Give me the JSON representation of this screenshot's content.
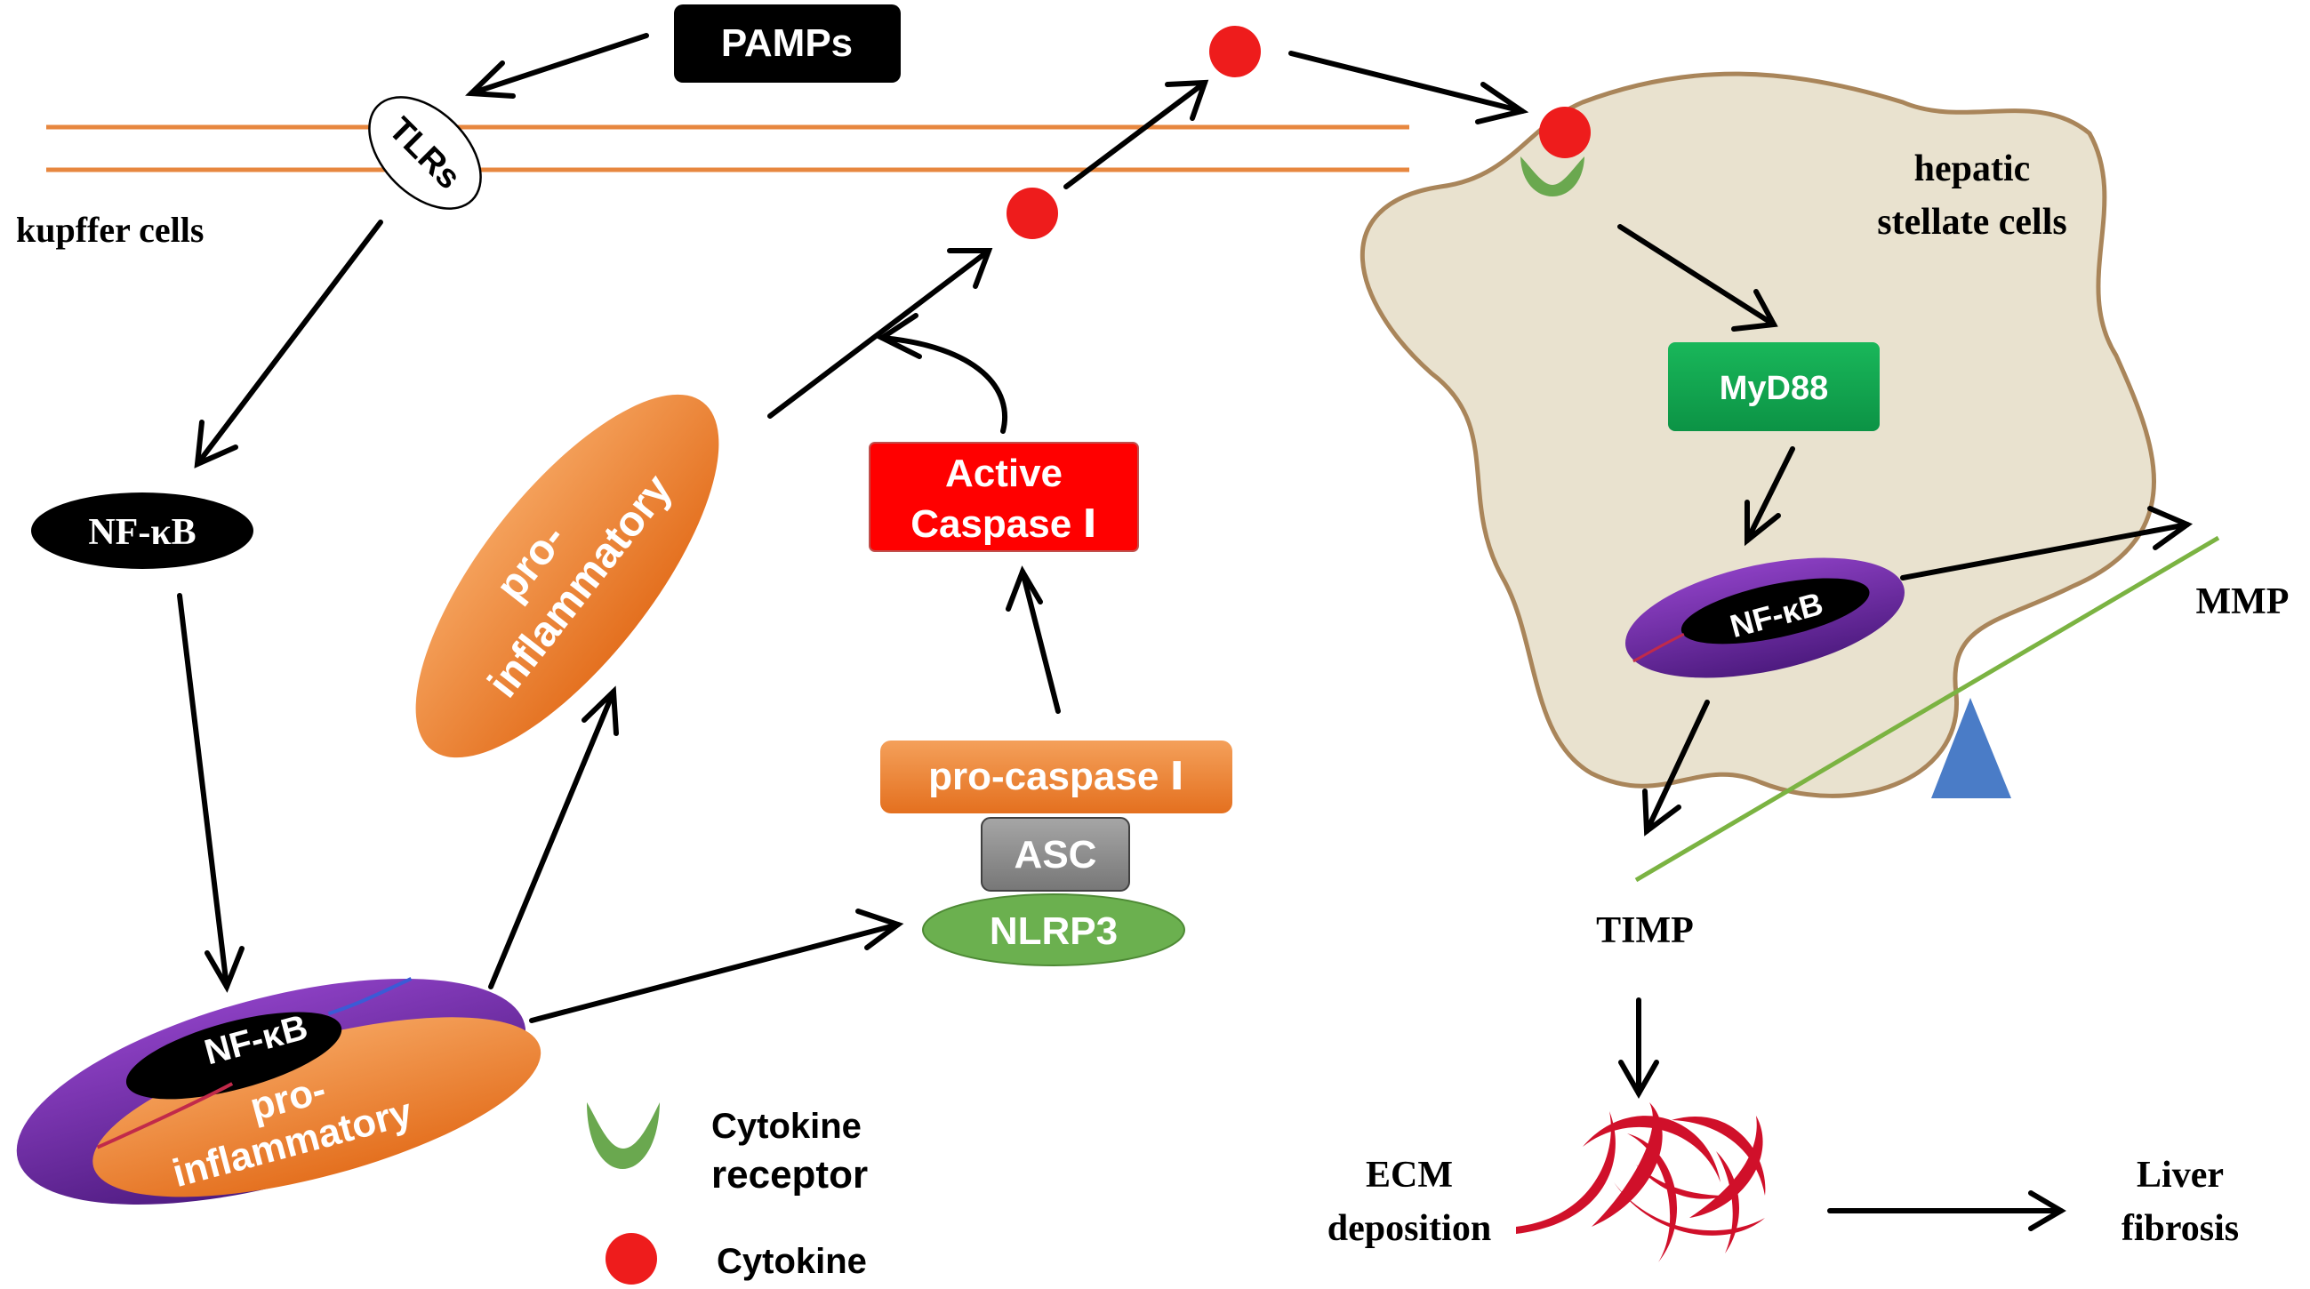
{
  "labels": {
    "pamps": "PAMPs",
    "tlrs": "TLRs",
    "kupffer_cells": "kupffer cells",
    "nfkb_top": "NF-κB",
    "nfkb_bottom": "NF-κB",
    "pro_bottom_line1": "pro-",
    "pro_bottom_line2": "inflammatory",
    "pro_mid_line1": "pro-",
    "pro_mid_line2": "inflammatory",
    "active_casp_line1": "Active",
    "active_casp_line2": "Caspase Ⅰ",
    "pro_caspase": "pro-caspase Ⅰ",
    "asc": "ASC",
    "nlrp3": "NLRP3",
    "hsc_line1": "hepatic",
    "hsc_line2": "stellate cells",
    "myd88": "MyD88",
    "nfkb_hsc": "NF-κB",
    "mmp": "MMP",
    "timp": "TIMP",
    "ecm_line1": "ECM",
    "ecm_line2": "deposition",
    "liver_line1": "Liver",
    "liver_line2": "fibrosis"
  },
  "legend": {
    "receptor_line1": "Cytokine",
    "receptor_line2": "receptor",
    "cytokine": "Cytokine"
  },
  "colors": {
    "membrane": "#e7873f",
    "cytokine": "#ee1c1c",
    "receptor": "#6aa84f",
    "nucleus": "#6a2aa0",
    "pro_inflammatory": "#ef7f2d",
    "active_caspase": "#ff0000",
    "asc": "#8c8c8c",
    "nlrp3": "#6bb04f",
    "myd88": "#10a84f",
    "hsc_fill": "#e9e2cf",
    "hsc_outline": "#a9855a",
    "seesaw": "#7bb342",
    "fulcrum": "#4a7cc7",
    "ecm": "#d0102a"
  }
}
